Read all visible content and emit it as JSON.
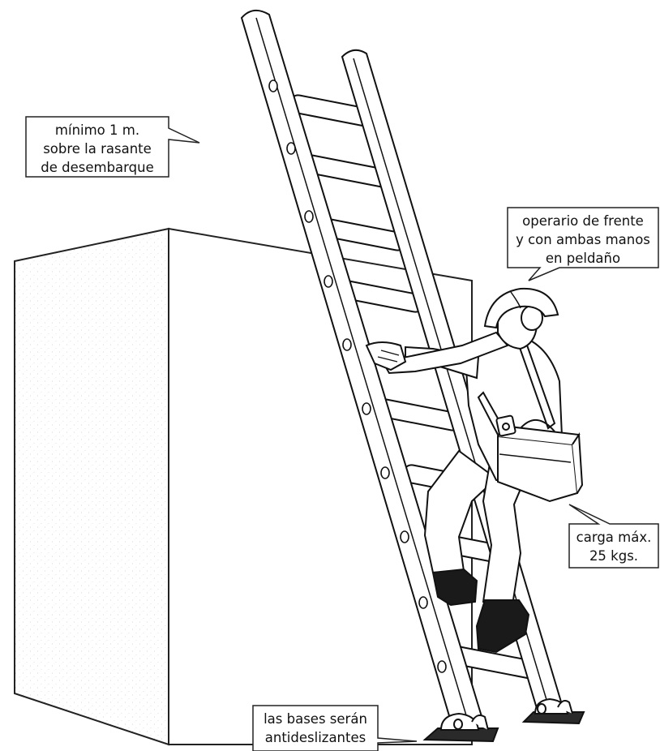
{
  "callouts": {
    "top_left": [
      "mínimo 1 m.",
      "sobre la rasante",
      "de desembarque"
    ],
    "top_right": [
      "operario de frente",
      "y con ambas manos",
      "en peldaño"
    ],
    "load": [
      "carga máx.",
      "25 kgs."
    ],
    "bases": [
      "las bases serán",
      "antideslizantes"
    ]
  }
}
